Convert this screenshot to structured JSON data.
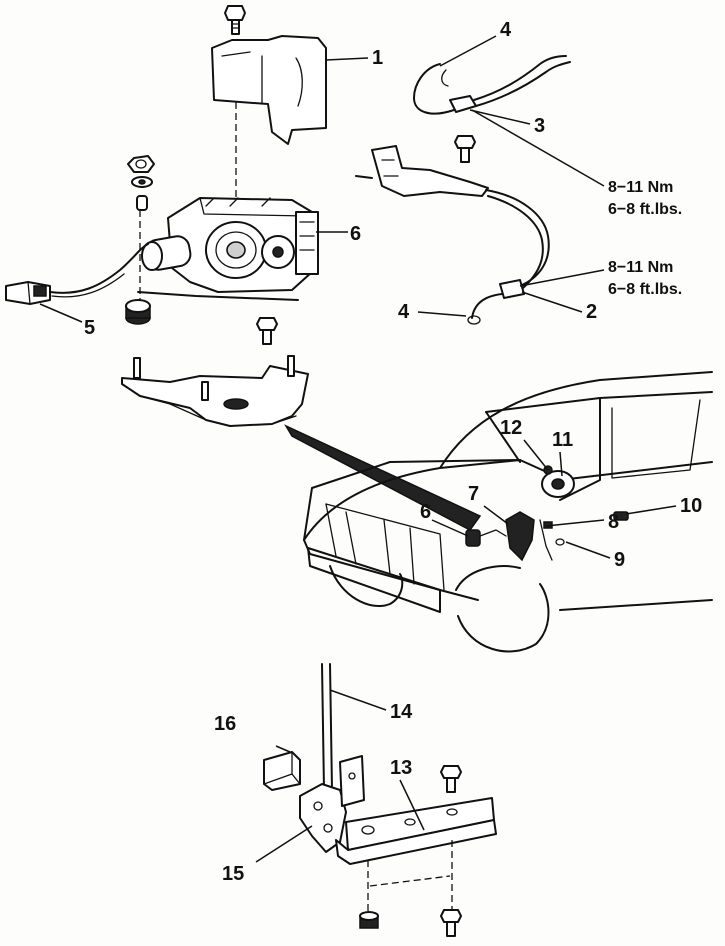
{
  "callouts": {
    "c1": "1",
    "c2": "2",
    "c3": "3",
    "c4a": "4",
    "c4b": "4",
    "c5": "5",
    "c6a": "6",
    "c6b": "6",
    "c7": "7",
    "c8": "8",
    "c9": "9",
    "c10": "10",
    "c11": "11",
    "c12": "12",
    "c13": "13",
    "c14": "14",
    "c15": "15",
    "c16": "16"
  },
  "torque_specs": {
    "upper": {
      "metric": "8−11 Nm",
      "imperial": "6−8 ft.lbs."
    },
    "lower": {
      "metric": "8−11 Nm",
      "imperial": "6−8 ft.lbs."
    }
  },
  "colors": {
    "line": "#111111",
    "paper": "#fdfdfb",
    "shade": "#cfcfcf"
  }
}
